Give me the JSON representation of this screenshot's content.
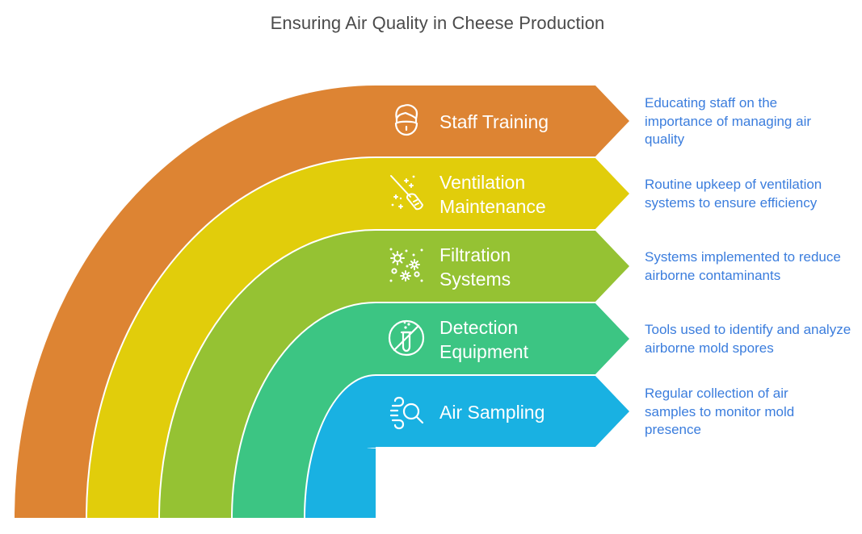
{
  "title": "Ensuring Air Quality in Cheese Production",
  "colors": {
    "title": "#4a4a4a",
    "description": "#3b7ddd",
    "label": "#ffffff"
  },
  "levels": [
    {
      "label": "Staff Training",
      "icon": "staff-mask-icon",
      "color": "#dd8433",
      "description": "Educating staff on the importance of managing air quality"
    },
    {
      "label": "Ventilation Maintenance",
      "icon": "broom-sparkle-icon",
      "color": "#e1cd0b",
      "description": "Routine upkeep of ventilation systems to ensure efficiency"
    },
    {
      "label": "Filtration Systems",
      "icon": "airborne-particles-icon",
      "color": "#95c233",
      "description": "Systems implemented to reduce airborne contaminants"
    },
    {
      "label": "Detection Equipment",
      "icon": "no-test-tube-icon",
      "color": "#3cc583",
      "description": "Tools used to identify and analyze airborne mold spores"
    },
    {
      "label": "Air Sampling",
      "icon": "wind-search-icon",
      "color": "#19b1e2",
      "description": "Regular collection of air samples to monitor mold presence"
    }
  ]
}
